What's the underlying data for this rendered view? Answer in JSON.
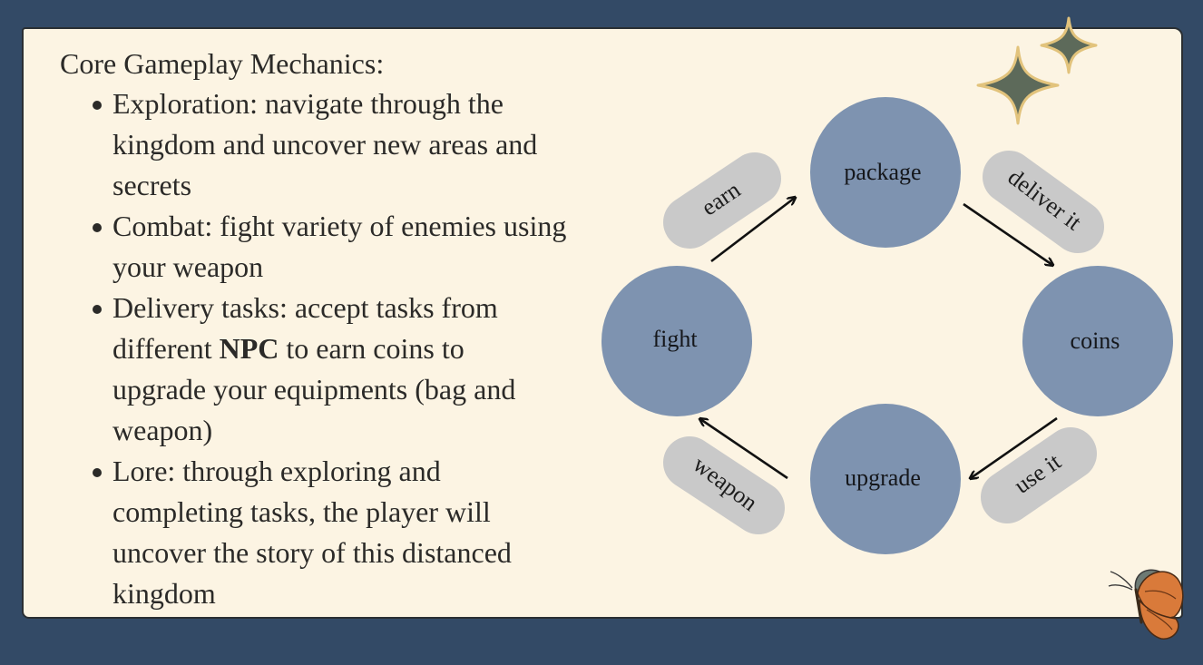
{
  "heading": "Core Gameplay Mechanics:",
  "bullets": [
    {
      "lines": [
        "Exploration: navigate through the",
        "kingdom and uncover new areas and",
        "secrets"
      ]
    },
    {
      "lines": [
        "Combat: fight variety of enemies using",
        "your weapon"
      ]
    },
    {
      "lines": [
        "Delivery tasks: accept tasks from",
        "different ",
        "NPC",
        " to earn coins to",
        "upgrade your equipments (bag and",
        "weapon)"
      ]
    },
    {
      "lines": [
        "Lore: through exploring and",
        "completing tasks, the player will",
        "uncover the story of this distanced",
        "kingdom"
      ]
    }
  ],
  "diagram": {
    "nodes": {
      "package": "package",
      "coins": "coins",
      "upgrade": "upgrade",
      "fight": "fight"
    },
    "edges": {
      "earn": "earn",
      "deliver": "deliver it",
      "use": "use it",
      "weapon": "weapon"
    }
  },
  "colors": {
    "background": "#334a66",
    "card": "#fcf4e3",
    "node": "#7e93b0",
    "pill": "#c9c9c9",
    "star": "#5d6a5a",
    "star_outline": "#e2c37c",
    "butterfly": "#d97a3a"
  },
  "icons": {
    "stars": "sparkle-stars-icon",
    "butterfly": "butterfly-icon"
  }
}
